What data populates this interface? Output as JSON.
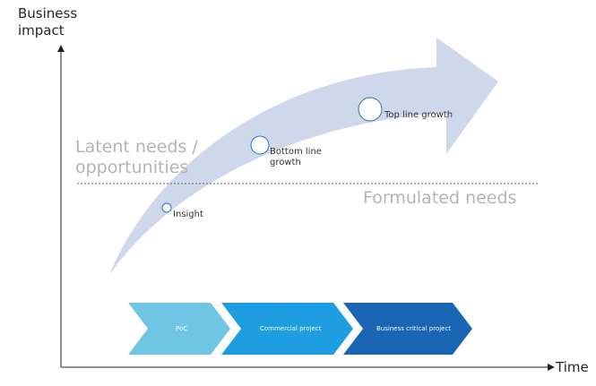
{
  "axes": {
    "y_label_line1": "Business",
    "y_label_line2": "impact",
    "x_label": "Time"
  },
  "zones": {
    "latent_line1": "Latent needs /",
    "latent_line2": "opportunities",
    "formulated": "Formulated needs"
  },
  "milestones": {
    "insight": "Insight",
    "bottom_line1": "Bottom line",
    "bottom_line2": "growth",
    "top_line": "Top line growth"
  },
  "stages": [
    {
      "label": "PoC",
      "color": "#6ec6e2"
    },
    {
      "label": "Commercial project",
      "color": "#1e9ee0"
    },
    {
      "label": "Business critical project",
      "color": "#1a65b4"
    }
  ],
  "colors": {
    "arrow_fill": "#c7d0e6",
    "circle_stroke": "#2e6fb8",
    "axis": "#222222",
    "divider": "#666666"
  }
}
